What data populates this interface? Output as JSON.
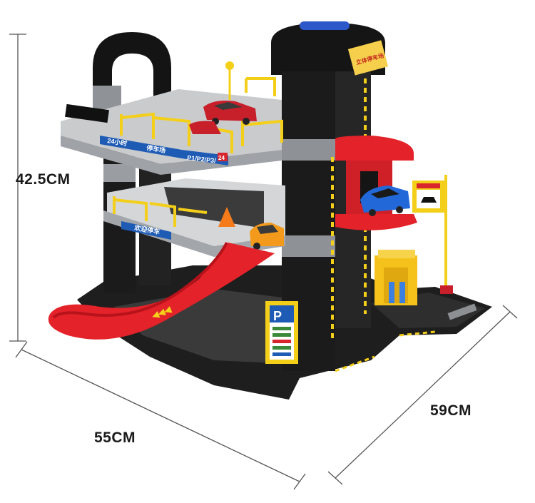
{
  "dimensions": {
    "height": "42.5CM",
    "width": "55CM",
    "depth": "59CM"
  },
  "signs": {
    "open_24h": "24小时",
    "parking_lot": "停车场",
    "levels": "P1/P2/P3/",
    "level_badge": "24",
    "welcome": "欢迎停车",
    "parking_sign_letter": "P",
    "tower_brand": "立体停车场"
  },
  "colors": {
    "black_structure": "#1b1b1b",
    "gray_floor": "#c9cbcd",
    "yellow_rail": "#f4cf1a",
    "red_ramp": "#e3222a",
    "blue_sign": "#1e5bb5",
    "dimension_line": "#555555"
  }
}
